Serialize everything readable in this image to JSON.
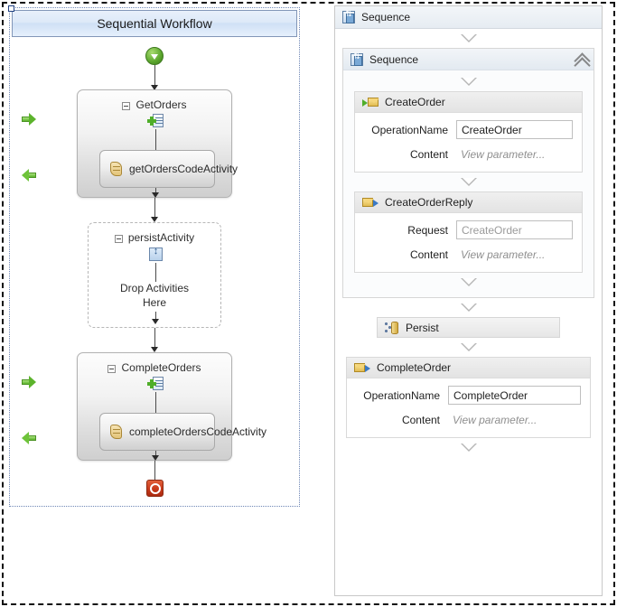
{
  "left_pane": {
    "title": "Sequential Workflow",
    "start_icon": "start-arrow-icon",
    "stop_icon": "stop-icon",
    "activities": [
      {
        "name": "GetOrders",
        "type": "composite-sequence",
        "icon": "sequence-add-icon",
        "left_arrow_in": "green-arrow-right-icon",
        "left_arrow_out": "green-arrow-left-icon",
        "child": {
          "name": "getOrdersCodeActivity",
          "icon": "code-scroll-icon"
        }
      },
      {
        "name": "persistActivity",
        "type": "dropzone",
        "icon": "persist-sync-icon",
        "drop_text_line1": "Drop Activities",
        "drop_text_line2": "Here"
      },
      {
        "name": "CompleteOrders",
        "type": "composite-sequence",
        "icon": "sequence-add-icon",
        "left_arrow_in": "green-arrow-right-icon",
        "left_arrow_out": "green-arrow-left-icon",
        "child": {
          "name": "completeOrdersCodeActivity",
          "icon": "code-scroll-icon"
        }
      }
    ]
  },
  "right_pane": {
    "root": {
      "label": "Sequence",
      "icon": "sequence-icon"
    },
    "inner_sequence": {
      "label": "Sequence",
      "icon": "sequence-icon",
      "collapse_icon": "chevron-double-up-icon"
    },
    "activities": {
      "create_order": {
        "label": "CreateOrder",
        "icon": "receive-message-icon",
        "rows": [
          {
            "label": "OperationName",
            "value": "CreateOrder",
            "field": true,
            "ghost": false
          },
          {
            "label": "Content",
            "value": "View parameter...",
            "field": false,
            "ghost": true
          }
        ]
      },
      "create_order_reply": {
        "label": "CreateOrderReply",
        "icon": "send-message-icon",
        "rows": [
          {
            "label": "Request",
            "value": "CreateOrder",
            "field": true,
            "ghost": true
          },
          {
            "label": "Content",
            "value": "View parameter...",
            "field": false,
            "ghost": true
          }
        ]
      },
      "persist": {
        "label": "Persist",
        "icon": "persist-icon"
      },
      "complete_order": {
        "label": "CompleteOrder",
        "icon": "send-message-icon",
        "rows": [
          {
            "label": "OperationName",
            "value": "CompleteOrder",
            "field": true,
            "ghost": false
          },
          {
            "label": "Content",
            "value": "View parameter...",
            "field": false,
            "ghost": true
          }
        ]
      }
    },
    "drop_connector_icon": "drop-triangle-icon"
  },
  "colors": {
    "title_bar": "#cfe0f5",
    "selection_border": "#6e86b5",
    "start_green": "#5aa52c",
    "stop_red": "#c7391a",
    "arrow_green": "#5cb32c",
    "envelope_yellow": "#e2bc52",
    "send_arrow_blue": "#3b79c4",
    "field_border": "#bfbfbf",
    "ghost_text": "#9b9b9b"
  }
}
